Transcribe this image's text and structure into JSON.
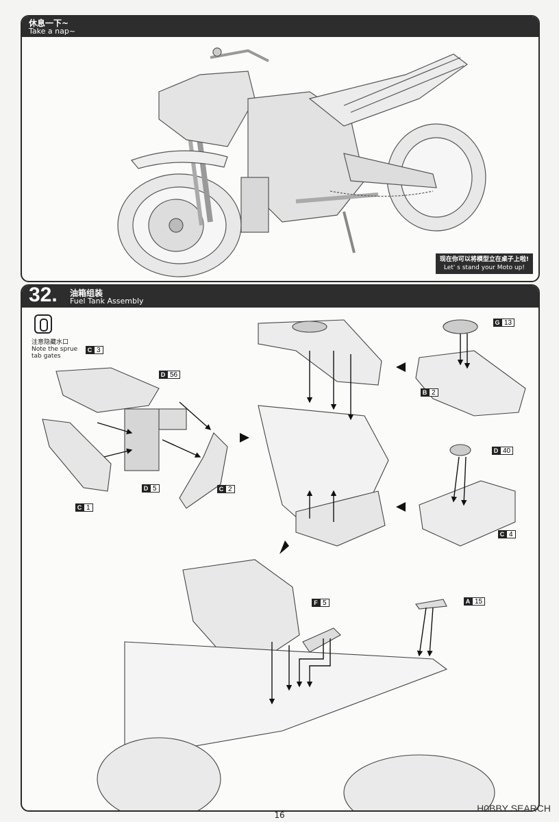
{
  "rest_panel": {
    "title_cn": "休息一下~",
    "title_en": "Take a nap~",
    "note_cn": "现在你可以将模型立在桌子上啦!",
    "note_en": "Let' s stand your Moto up!"
  },
  "step": {
    "number": "32.",
    "title_cn": "油箱组装",
    "title_en": "Fuel Tank Assembly",
    "sprue_note_cn": "注意隐藏水口",
    "sprue_note_en_1": "Note the sprue",
    "sprue_note_en_2": "tab gates",
    "parts": {
      "c3": {
        "letter": "C",
        "num": "3"
      },
      "d56": {
        "letter": "D",
        "num": "56"
      },
      "c1": {
        "letter": "C",
        "num": "1"
      },
      "d5": {
        "letter": "D",
        "num": "5"
      },
      "c2": {
        "letter": "C",
        "num": "2"
      },
      "g13": {
        "letter": "G",
        "num": "13"
      },
      "b2": {
        "letter": "B",
        "num": "2"
      },
      "d40": {
        "letter": "D",
        "num": "40"
      },
      "c4": {
        "letter": "C",
        "num": "4"
      },
      "f5": {
        "letter": "F",
        "num": "5"
      },
      "a15": {
        "letter": "A",
        "num": "15"
      }
    }
  },
  "footer": {
    "page_number": "16",
    "watermark": "H0BBY SEARCH"
  }
}
